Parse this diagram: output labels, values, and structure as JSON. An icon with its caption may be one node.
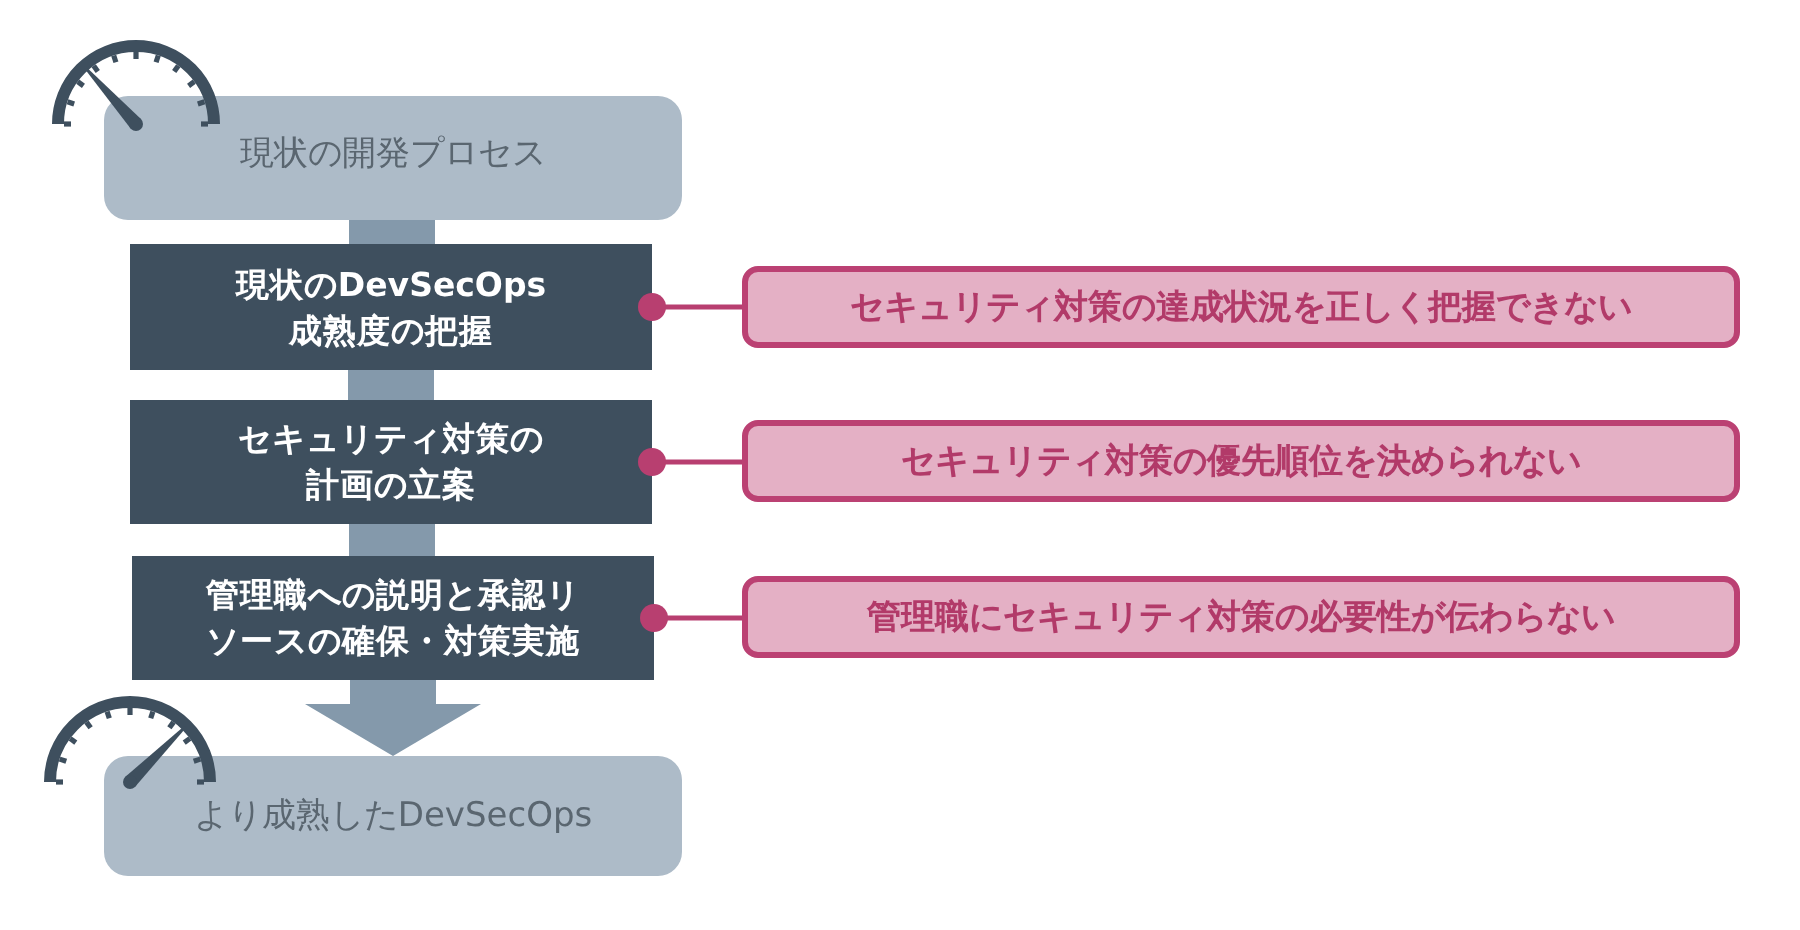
{
  "diagram": {
    "nodes": [
      {
        "text": [
          "現状の開発プロセス"
        ]
      },
      {
        "text": [
          "現状のDevSecOps成熟度の把握"
        ]
      },
      {
        "text": [
          "セキュリティ対策の達成状況を正しく把握できない"
        ]
      },
      {
        "text": [
          "セキュリティ対策の計画の立案"
        ]
      },
      {
        "text": [
          "セキュリティ対策の優先順位を決められない"
        ]
      },
      {
        "text": [
          "管理職への説明と承認リソースの確保・対策実施"
        ]
      },
      {
        "text": [
          "管理職にセキュリティ対策の必要性が伝わらない"
        ]
      },
      {
        "text": [
          "より成熟したDevSecOps"
        ]
      }
    ],
    "edges": [
      {
        "from": 0,
        "to": 1,
        "arrow": "none",
        "style": "thick"
      },
      {
        "from": 1,
        "to": 3,
        "arrow": "none",
        "style": "thick"
      },
      {
        "from": 3,
        "to": 5,
        "arrow": "none",
        "style": "thick"
      },
      {
        "from": 5,
        "to": 7,
        "arrow": "to",
        "style": "thick"
      },
      {
        "from": 1,
        "to": 2,
        "arrow": "other",
        "color": "#b83f70"
      },
      {
        "from": 3,
        "to": 4,
        "arrow": "other",
        "color": "#b83f70"
      },
      {
        "from": 5,
        "to": 6,
        "arrow": "other",
        "color": "#b83f70"
      }
    ]
  }
}
